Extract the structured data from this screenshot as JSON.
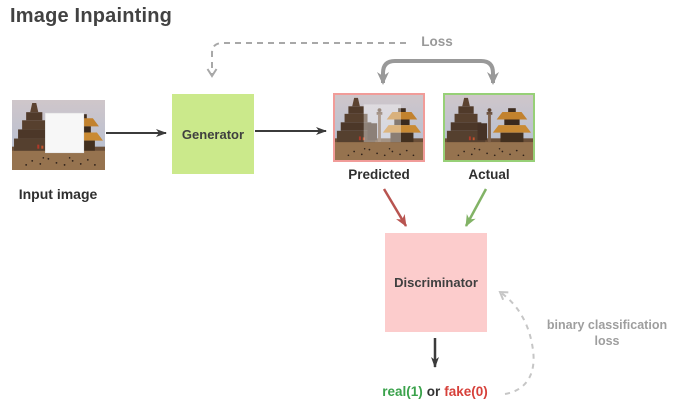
{
  "title": "Image Inpainting",
  "nodes": {
    "input_image": {
      "label": "Input image"
    },
    "generator": {
      "label": "Generator"
    },
    "predicted": {
      "label": "Predicted"
    },
    "actual": {
      "label": "Actual"
    },
    "discriminator": {
      "label": "Discriminator"
    }
  },
  "annotations": {
    "loss": "Loss",
    "binary_loss_line1": "binary classification",
    "binary_loss_line2": "loss",
    "output_real": "real(1)",
    "output_or": "or",
    "output_fake": "fake(0)"
  },
  "colors": {
    "title_text": "#424242",
    "label_text": "#2f2f2f",
    "gray": "#999999",
    "dashed_gray": "#a8a8a8",
    "light_gray": "#c6c6c6",
    "black_arrow": "#3b3b3b",
    "generator_fill": "#cbe98b",
    "discriminator_fill": "#fccccc",
    "predicted_border": "#f19c99",
    "actual_border": "#97d077",
    "red_arrow": "#b85450",
    "green_arrow": "#82b366",
    "real_green": "#3aa24b",
    "fake_red": "#d6403a"
  }
}
